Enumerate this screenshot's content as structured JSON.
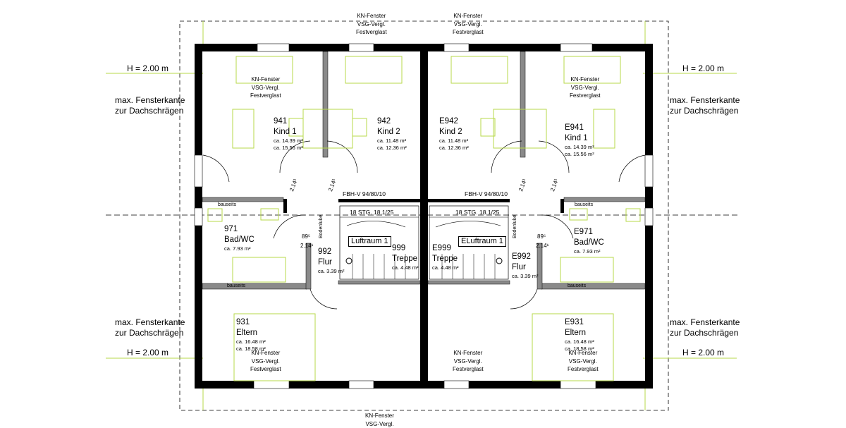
{
  "side_notes": {
    "height": "H = 2.00 m",
    "window_edge_line1": "max. Fensterkante",
    "window_edge_line2": "zur Dachschrägen"
  },
  "kn_window": {
    "line1": "KN-Fenster",
    "line2": "VSG-Vergl.",
    "line3": "Festverglast"
  },
  "rooms": {
    "r941": {
      "number": "941",
      "name": "Kind 1",
      "area1": "ca. 14.39 m²",
      "area2": "ca. 15.56 m²"
    },
    "r942": {
      "number": "942",
      "name": "Kind 2",
      "area1": "ca. 11.48 m²",
      "area2": "ca. 12.36 m²"
    },
    "e942": {
      "number": "E942",
      "name": "Kind 2",
      "area1": "ca. 11.48 m²",
      "area2": "ca. 12.36 m²"
    },
    "e941": {
      "number": "E941",
      "name": "Kind 1",
      "area1": "ca. 14.39 m²",
      "area2": "ca. 15.56 m²"
    },
    "r971": {
      "number": "971",
      "name": "Bad/WC",
      "area1": "ca. 7.93 m²"
    },
    "e971": {
      "number": "E971",
      "name": "Bad/WC",
      "area1": "ca. 7.93 m²"
    },
    "r992": {
      "number": "992",
      "name": "Flur",
      "area1": "ca. 3.39 m²"
    },
    "e992": {
      "number": "E992",
      "name": "Flur",
      "area1": "ca. 3.39 m²"
    },
    "r999": {
      "number": "999",
      "name": "Treppe",
      "area1": "ca. 4.48 m²"
    },
    "e999": {
      "number": "E999",
      "name": "Treppe",
      "area1": "ca. 4.48 m²"
    },
    "r931": {
      "number": "931",
      "name": "Eltern",
      "area1": "ca. 16.48 m²",
      "area2": "ca. 18.58 m²"
    },
    "e931": {
      "number": "E931",
      "name": "Eltern",
      "area1": "ca. 16.48 m²",
      "area2": "ca. 18.58 m²"
    }
  },
  "stairs": {
    "left_luftraum": "Luftraum 1",
    "right_luftraum": "ELuftraum 1",
    "steps": "18 STG. 18.1/25",
    "fbh": "FBH-V 94/80/10",
    "bodenluke": "Bodenluke"
  },
  "misc": {
    "bauseits": "bauseits",
    "door_89": "89⁵",
    "door_214": "2.14¹"
  }
}
